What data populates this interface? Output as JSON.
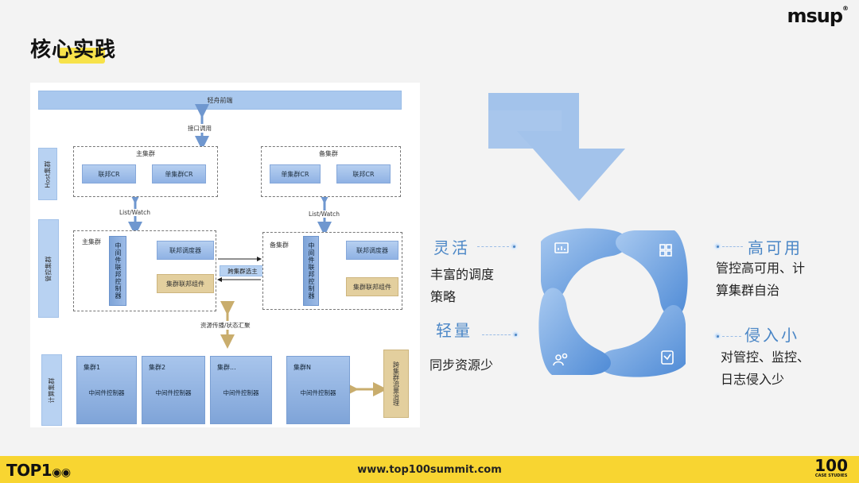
{
  "slide": {
    "title": "核心实践",
    "logo": "msup",
    "logo_mark": "®"
  },
  "diagram": {
    "top_bar": "轻舟前端",
    "api_label": "接口调用",
    "host_layer": "Host集群",
    "control_layer": "管控集群",
    "compute_layer": "计算集群",
    "primary_cluster": "主集群",
    "standby_cluster": "备集群",
    "federation_cr": "联邦CR",
    "single_cluster_cr": "单集群CR",
    "list_watch": "List/Watch",
    "federation_controller": "中间件联邦控制器",
    "federation_scheduler": "联邦调度器",
    "cluster_fed_component": "集群联邦组件",
    "cross_cluster_election": "跨集群选主",
    "resource_sync": "资源传播/状态汇聚",
    "clusters": [
      {
        "name": "集群1",
        "controller": "中间件控制器"
      },
      {
        "name": "集群2",
        "controller": "中间件控制器"
      },
      {
        "name": "集群...",
        "controller": "中间件控制器"
      },
      {
        "name": "集群N",
        "controller": "中间件控制器"
      }
    ],
    "cross_cluster_traffic": "跨集群流量治理"
  },
  "features": {
    "flexible": {
      "title": "灵活",
      "desc1": "丰富的调度",
      "desc2": "策略"
    },
    "lightweight": {
      "title": "轻量",
      "desc1": "同步资源少"
    },
    "high_availability": {
      "title": "高可用",
      "desc1": "管控高可用、计",
      "desc2": "算集群自治"
    },
    "low_intrusion": {
      "title": "侵入小",
      "desc1": "对管控、监控、",
      "desc2": "日志侵入少"
    }
  },
  "footer": {
    "brand": "TOP1",
    "url": "www.top100summit.com",
    "case_number": "100",
    "case_text": "CASE STUDIES"
  },
  "colors": {
    "accent_blue": "#4a86c6",
    "footer_yellow": "#f8d531",
    "title_highlight": "#f7e24a"
  }
}
